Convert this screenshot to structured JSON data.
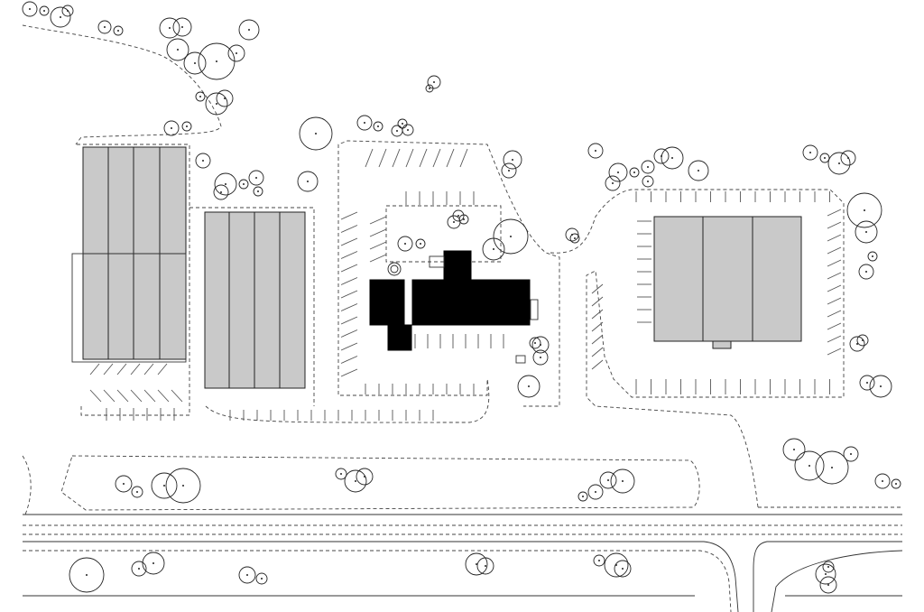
{
  "plan": {
    "background": "#ffffff",
    "line_color": "#333333",
    "roof_fill": "#c9c9c9",
    "main_building_fill": "#000000",
    "elements": [
      "trees",
      "parking-lots",
      "roof-buildings",
      "main-building",
      "road",
      "paths"
    ]
  }
}
